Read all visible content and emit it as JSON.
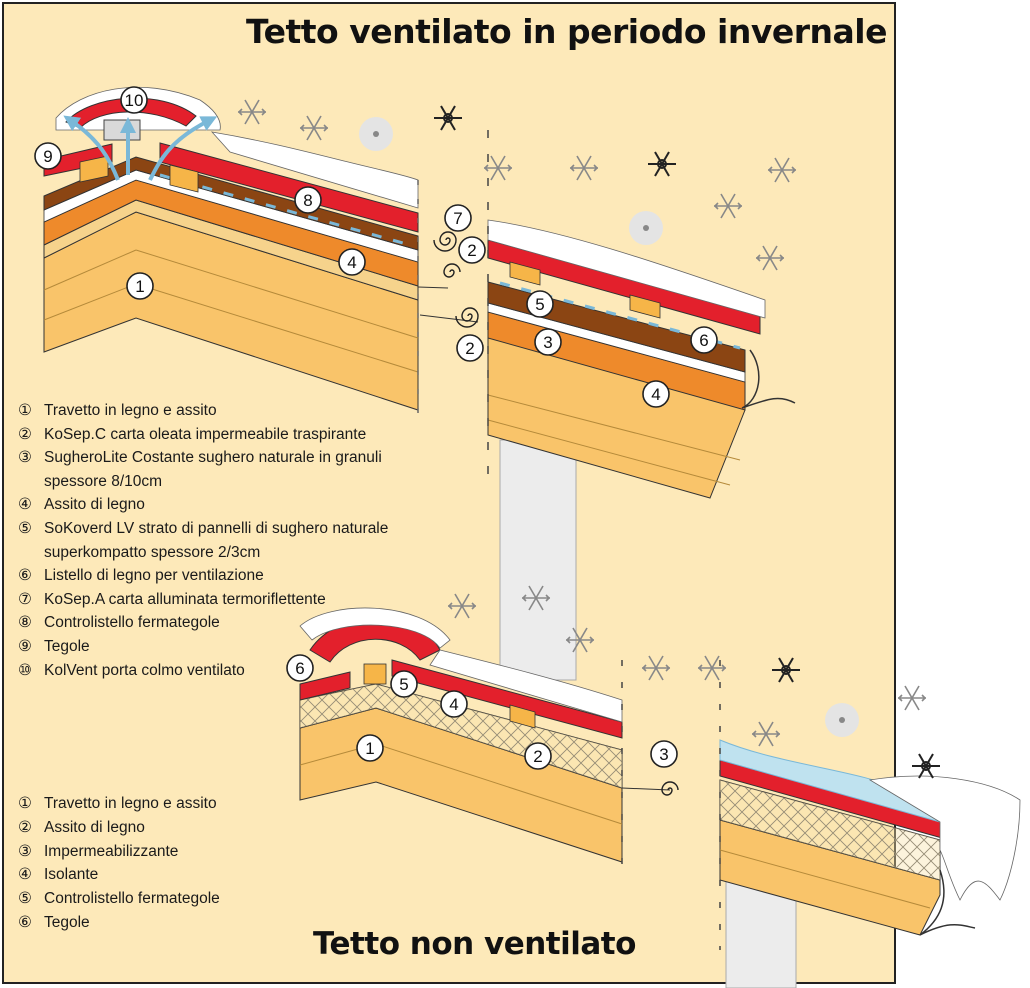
{
  "title_top": "Tetto ventilato in periodo invernale",
  "title_bottom": "Tetto non ventilato",
  "legend_ventilated": [
    {
      "num": "①",
      "text": "Travetto in legno e assito"
    },
    {
      "num": "②",
      "text": "KoSep.C carta oleata impermeabile traspirante"
    },
    {
      "num": "③",
      "text": "SugheroLite Costante sughero naturale in granuli spessore 8/10cm"
    },
    {
      "num": "④",
      "text": "Assito di legno"
    },
    {
      "num": "⑤",
      "text": "SoKoverd LV strato di pannelli di sughero naturale superkompatto spessore 2/3cm"
    },
    {
      "num": "⑥",
      "text": "Listello di legno per ventilazione"
    },
    {
      "num": "⑦",
      "text": "KoSep.A carta alluminata termoriflettente"
    },
    {
      "num": "⑧",
      "text": "Controlistello fermategole"
    },
    {
      "num": "⑨",
      "text": "Tegole"
    },
    {
      "num": "⑩",
      "text": "KolVent porta colmo ventilato"
    }
  ],
  "legend_non_ventilated": [
    {
      "num": "①",
      "text": "Travetto in legno e assito"
    },
    {
      "num": "②",
      "text": "Assito di legno"
    },
    {
      "num": "③",
      "text": "Impermeabilizzante"
    },
    {
      "num": "④",
      "text": "Isolante"
    },
    {
      "num": "⑤",
      "text": "Controlistello fermategole"
    },
    {
      "num": "⑥",
      "text": "Tegole"
    }
  ],
  "callouts": {
    "c10": "10",
    "c9": "9",
    "c8": "8",
    "c7": "7",
    "c2a": "2",
    "c4a": "4",
    "c1a": "1",
    "c2b": "2",
    "c5a": "5",
    "c3a": "3",
    "c6a": "6",
    "c4b": "4",
    "c6b": "6",
    "c5b": "5",
    "c4c": "4",
    "c1b": "1",
    "c2c": "2",
    "c3b": "3"
  },
  "colors": {
    "background": "#fde9b9",
    "tile_red": "#e3202c",
    "wood_light": "#f9c46a",
    "cork_orange": "#ee8a2b",
    "batten_brown": "#8b4513",
    "air_flow_blue": "#7ab8d8",
    "snow": "#ffffff"
  },
  "icons": [
    "snowflake-icon",
    "snowball-icon",
    "air-flow-arrow-icon",
    "membrane-roll-icon"
  ]
}
